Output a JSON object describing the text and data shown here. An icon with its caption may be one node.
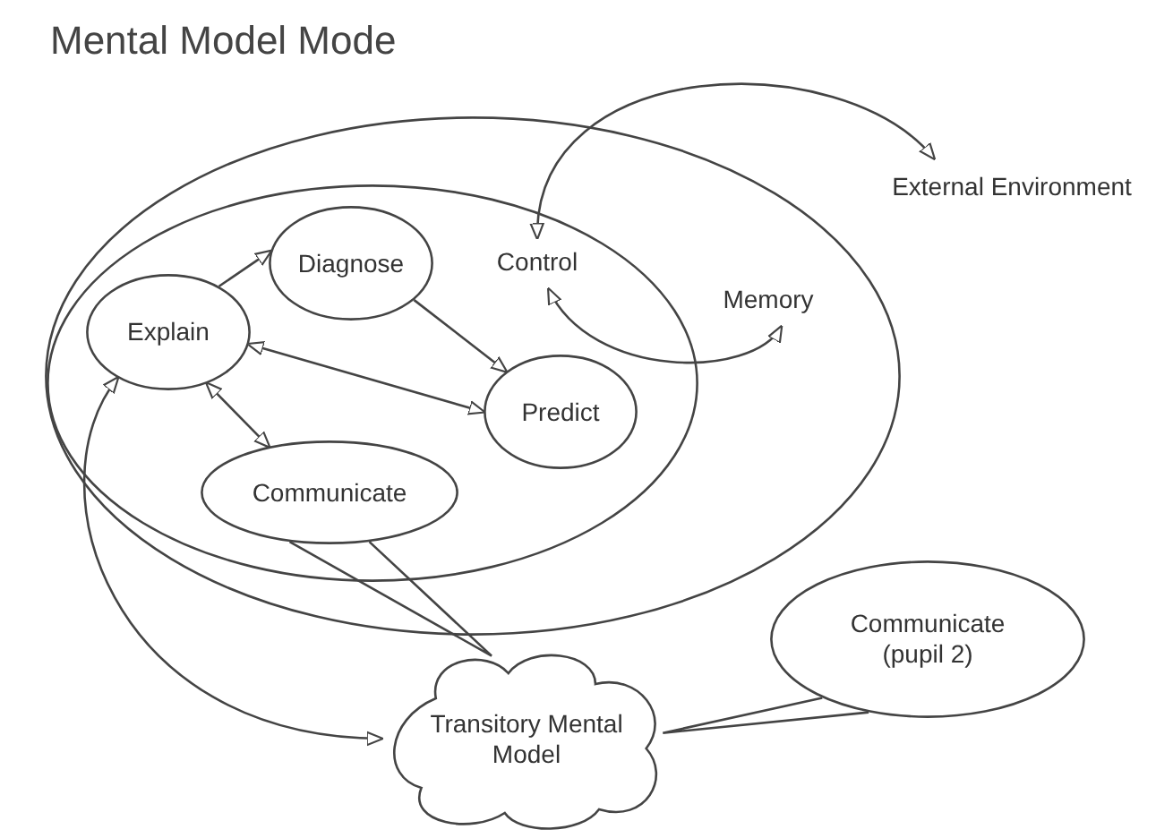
{
  "diagram": {
    "title": "Mental Model Mode",
    "nodes": [
      {
        "text": [],
        "shape": "ellipse"
      },
      {
        "text": [],
        "shape": "ellipse",
        "in": 0
      },
      {
        "text": [
          "Diagnose"
        ],
        "in": 1
      },
      {
        "text": [
          "Explain"
        ],
        "in": 1
      },
      {
        "text": [
          "Control"
        ],
        "in": 1
      },
      {
        "text": [
          "Predict"
        ],
        "in": 1
      },
      {
        "text": [
          "Communicate"
        ],
        "in": 1
      },
      {
        "text": [
          "Memory"
        ],
        "in": 0
      },
      {
        "text": [
          "External Environment"
        ]
      },
      {
        "text": [
          "Transitory Mental Model"
        ]
      },
      {
        "text": [
          "Communicate (pupil 2)"
        ]
      }
    ],
    "edges": [
      {
        "from": 3,
        "to": 2,
        "arrow": "to"
      },
      {
        "from": 2,
        "to": 5,
        "arrow": "to"
      },
      {
        "from": 3,
        "to": 5,
        "arrow": "both"
      },
      {
        "from": 3,
        "to": 6,
        "arrow": "both"
      },
      {
        "from": 3,
        "to": 9,
        "arrow": "both"
      },
      {
        "from": 4,
        "to": 8,
        "arrow": "both"
      },
      {
        "from": 4,
        "to": 7,
        "arrow": "both"
      },
      {
        "from": 6,
        "to": 9,
        "arrow": "none"
      },
      {
        "from": 10,
        "to": 9,
        "arrow": "none"
      }
    ]
  }
}
